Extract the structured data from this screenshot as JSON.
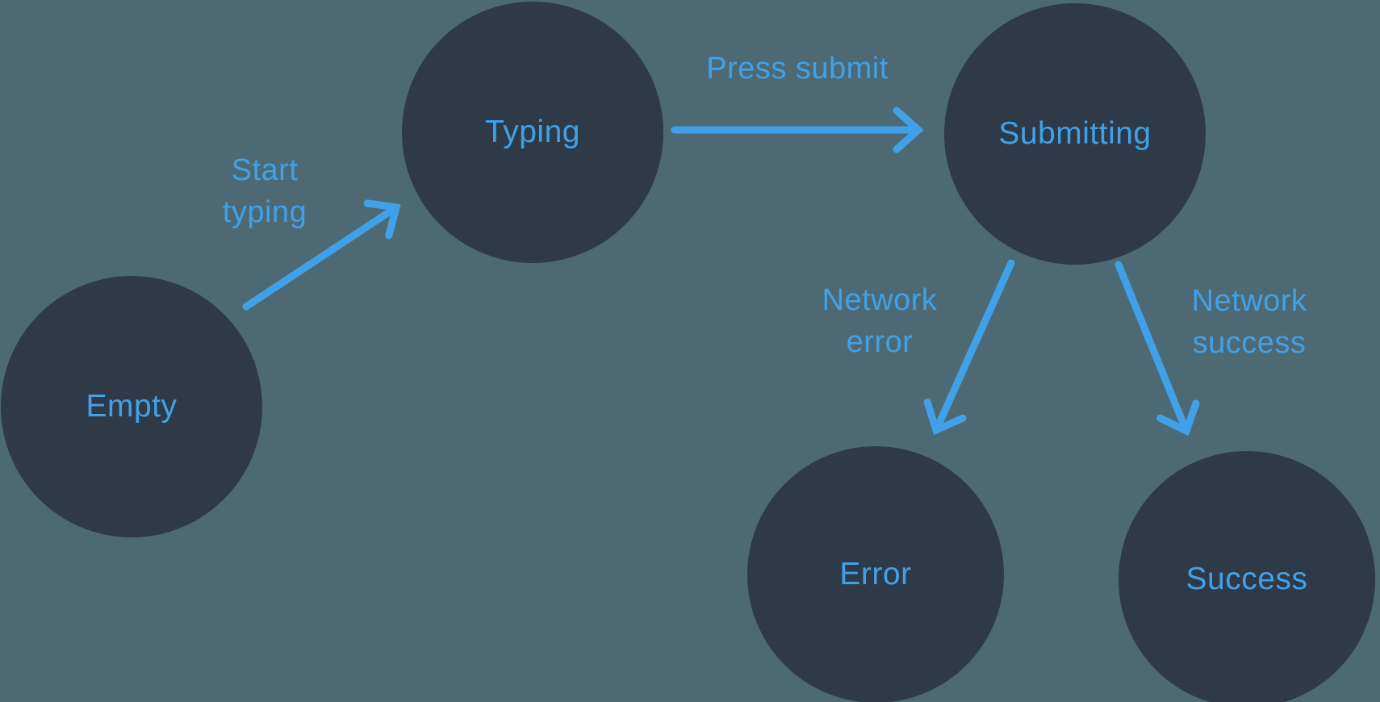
{
  "diagram": {
    "type": "state-machine",
    "states": [
      {
        "id": "empty",
        "label": "Empty"
      },
      {
        "id": "typing",
        "label": "Typing"
      },
      {
        "id": "submitting",
        "label": "Submitting"
      },
      {
        "id": "error",
        "label": "Error"
      },
      {
        "id": "success",
        "label": "Success"
      }
    ],
    "transitions": [
      {
        "id": "start-typing",
        "from": "empty",
        "to": "typing",
        "label_lines": [
          "Start",
          "typing"
        ]
      },
      {
        "id": "press-submit",
        "from": "typing",
        "to": "submitting",
        "label_lines": [
          "Press submit"
        ]
      },
      {
        "id": "network-error",
        "from": "submitting",
        "to": "error",
        "label_lines": [
          "Network",
          "error"
        ]
      },
      {
        "id": "network-success",
        "from": "submitting",
        "to": "success",
        "label_lines": [
          "Network",
          "success"
        ]
      }
    ],
    "colors": {
      "background": "#4d6a74",
      "node_fill": "#2e3a47",
      "accent_blue": "#41a1e8"
    }
  }
}
